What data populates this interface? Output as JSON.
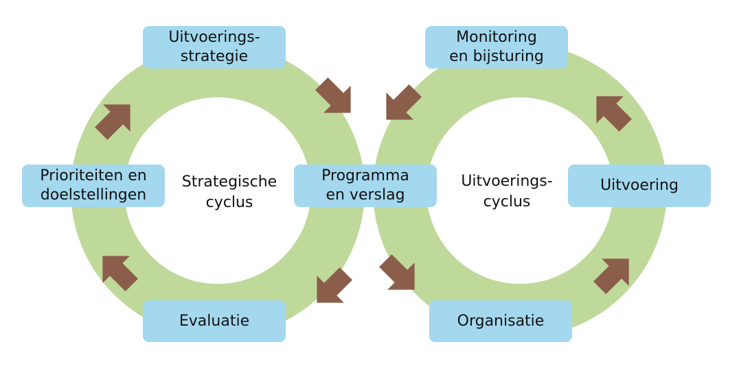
{
  "colors": {
    "ring": "#bfd99a",
    "box": "#a3d8ee",
    "arrow": "#8a5e4a",
    "text": "#111111",
    "background": "#ffffff"
  },
  "boxes": {
    "uitvoeringsstrategie": {
      "line1": "Uitvoerings-",
      "line2": "strategie"
    },
    "prioriteiten": {
      "line1": "Prioriteiten en",
      "line2": "doelstellingen"
    },
    "evaluatie": {
      "line1": "Evaluatie"
    },
    "programma": {
      "line1": "Programma",
      "line2": "en verslag"
    },
    "monitoring": {
      "line1": "Monitoring",
      "line2": "en bijsturing"
    },
    "uitvoering": {
      "line1": "Uitvoering"
    },
    "organisatie": {
      "line1": "Organisatie"
    }
  },
  "cycles": {
    "strategic": {
      "line1": "Strategische",
      "line2": "cyclus"
    },
    "execution": {
      "line1": "Uitvoerings-",
      "line2": "cyclus"
    }
  }
}
